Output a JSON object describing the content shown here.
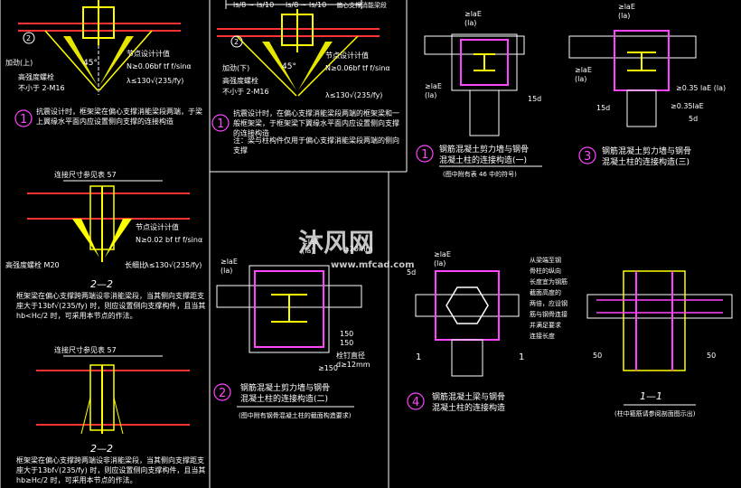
{
  "watermark": {
    "logo_text": "沐风网",
    "url": "www.mfcad.com"
  },
  "detail_top_left_1": {
    "labels": [
      "节点设计计值",
      "高强度螺栓",
      "不小于 2-M16",
      "加劲(上)"
    ],
    "formula_n": "N≥0.06bf tf f/sinα",
    "formula_lambda": "λ≤130√(235/fy)",
    "angle": "45°",
    "note_number": "1",
    "note_text": "抗震设计时，框架梁在偏心支撑消能梁段两端，于梁上翼缘水平面内应设置侧向支撑的连接构造"
  },
  "detail_top_left_2": {
    "top_dims": [
      "ls/8 ~ ls/10",
      "ls/8 ~ ls/10"
    ],
    "top_label": "偏心支撑消能梁段",
    "labels": [
      "节点设计计值",
      "高强度螺栓",
      "不小于 2-M16",
      "加劲(下)"
    ],
    "formula_n": "N≥0.06bf tf f/sinα",
    "formula_lambda": "λ≤130√(235/fy)",
    "angle": "45°",
    "note_number": "1",
    "note_text": "抗震设计时，在偏心支撑消能梁段两端的框架梁和一般框架梁，于框架梁下翼缘水平面内应设置侧向支撑的连接构造",
    "note_text_2": "注：梁与柱构件仅用于偏心支撑消能梁段两端的侧向支撑"
  },
  "detail_2_2_upper": {
    "dim_label": "连接尺寸参见表 57",
    "labels": [
      "节点设计计值",
      "高强度螺栓 M20",
      "长细比"
    ],
    "formula_n": "N≥0.02 bf tf f/sinα",
    "formula_lambda": "λ≤130√(235/fy)",
    "section": "2—2",
    "note_text": "框架梁在偏心支撑跨两端设非消能梁段，当其侧向支撑距支座大于13bf√(235/fy) 时，则应设置侧向支撑构件，且当其 hb<Hc/2 时，可采用本节点的作法。"
  },
  "detail_2_2_lower": {
    "dim_label": "连接尺寸参见表 57",
    "section": "2—2",
    "note_text": "框架梁在偏心支撑跨两端设非消能梁段，当其侧向支撑距支座大于13bf√(235/fy) 时，则应设置侧向支撑构件，且当其 hb≥Hc/2 时，可采用本节点的作法。"
  },
  "detail_1": {
    "number": "1",
    "title_line1": "钢筋混凝土剪力墙与钢骨",
    "title_line2": "混凝土柱的连接构造(一)",
    "subtitle": "(图中附有表 46 中的符号)",
    "dims": [
      "≥laE",
      "(la)",
      "≥laE",
      "(la)",
      "15d"
    ]
  },
  "detail_3": {
    "number": "3",
    "title_line1": "钢筋混凝土剪力墙与钢骨",
    "title_line2": "混凝土柱的连接构造(三)",
    "dims": [
      "≥laE",
      "(la)",
      "≥0.35 laE (la)",
      "15d",
      "≥laE",
      "(la)",
      "≥0.35laE",
      "5d"
    ]
  },
  "detail_2": {
    "number": "2",
    "title_line1": "钢筋混凝土剪力墙与钢骨",
    "title_line2": "混凝土柱的连接构造(二)",
    "subtitle": "(图中附有钢骨混凝土柱的截面构造要求)",
    "dims": [
      "≥laE",
      "(la)",
      "≥20mm",
      "≥laE",
      "(la)",
      "150",
      "150",
      "≥150"
    ],
    "labels": [
      "栓钉直径",
      "d≥12mm"
    ]
  },
  "detail_4": {
    "number": "4",
    "title_line1": "钢筋混凝土梁与钢骨",
    "title_line2": "混凝土柱的连接构造",
    "dims": [
      "≥laE",
      "(la)",
      "5d",
      "1",
      "1"
    ],
    "note_lines": [
      "从梁端至钢",
      "骨柱的纵向",
      "长度宜为钢筋",
      "截面高度的",
      "两倍，应设钢",
      "筋与钢骨连接",
      "并满足要求",
      "连接长度"
    ]
  },
  "detail_1_1": {
    "section": "1—1",
    "subtitle": "(柱中箍筋请参阅剖面图示出)",
    "dims": [
      "50",
      "50"
    ]
  }
}
